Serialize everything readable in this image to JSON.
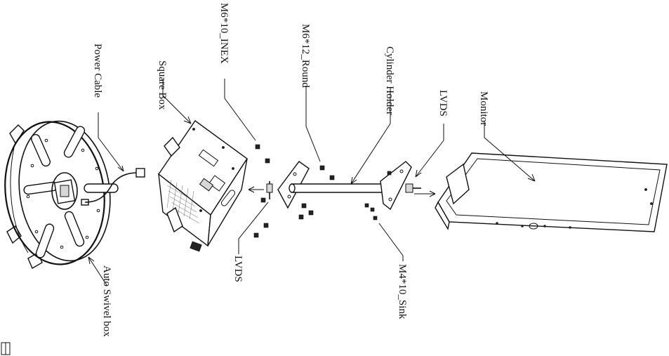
{
  "diagram": {
    "labels": {
      "power_cable": "Power Cable",
      "square_box": "Square Box",
      "m6_10_inex": "M6*10_INEX",
      "m6_12_round": "M6*12_Round",
      "cylinder_holder": "Cylinder Holder",
      "lvds_top": "LVDS",
      "monitor": "Monitor",
      "auto_swivel_box": "Auto Swivel box",
      "lvds_bottom": "LVDS",
      "m4_10_sink": "M4*10_Sink"
    }
  }
}
